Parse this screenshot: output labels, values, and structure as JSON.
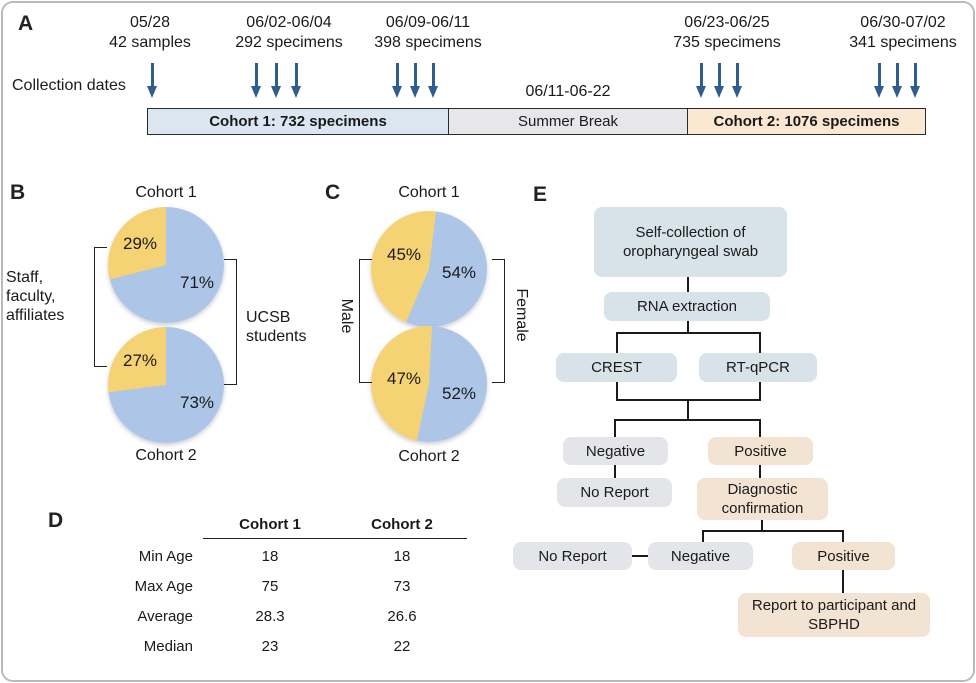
{
  "colors": {
    "pie_yellow": "#F5D375",
    "pie_blue": "#ADC6E8",
    "arrow_blue": "#2E5E8E",
    "cohort1_bar_fill": "#DCE6F1",
    "summer_bar_fill": "#E7E7EA",
    "cohort2_bar_fill": "#FAE8D2",
    "flow_blue_box": "#D8E2E9",
    "flow_grey_box": "#E4E5E9",
    "flow_tan_box": "#F2E3D2",
    "connector_line": "#1A1A1A"
  },
  "panelA": {
    "label": "A",
    "collection_dates_label": "Collection dates",
    "events": [
      {
        "date": "05/28",
        "count": "42 samples",
        "arrows": 1
      },
      {
        "date": "06/02-06/04",
        "count": "292 specimens",
        "arrows": 3
      },
      {
        "date": "06/09-06/11",
        "count": "398 specimens",
        "arrows": 3
      },
      {
        "date": "06/23-06/25",
        "count": "735 specimens",
        "arrows": 3
      },
      {
        "date": "06/30-07/02",
        "count": "341 specimens",
        "arrows": 3
      }
    ],
    "summer_dates_label": "06/11-06-22",
    "bar": [
      {
        "text": "Cohort 1: 732 specimens"
      },
      {
        "text": "Summer Break"
      },
      {
        "text": "Cohort 2: 1076 specimens"
      }
    ]
  },
  "panelB": {
    "label": "B",
    "left_label": "Staff,\nfaculty,\naffiliates",
    "right_label": "UCSB\nstudents"
  },
  "panelC": {
    "label": "C",
    "left_label": "Male",
    "right_label": "Female"
  },
  "panelD": {
    "label": "D"
  },
  "panelE": {
    "label": "E",
    "boxes": {
      "self_collection": "Self-collection of oropharyngeal swab",
      "rna": "RNA extraction",
      "crest": "CREST",
      "rtqpcr": "RT-qPCR",
      "negative1": "Negative",
      "positive1": "Positive",
      "no_report1": "No Report",
      "diag": "Diagnostic confirmation",
      "no_report2": "No Report",
      "negative2": "Negative",
      "positive2": "Positive",
      "report": "Report to participant and SBPHD"
    }
  },
  "chart_data": [
    {
      "type": "pie",
      "panel": "B",
      "title": "Cohort 1",
      "from_deg": 0,
      "slices": [
        {
          "label": "UCSB students",
          "value": 71,
          "display": "71%",
          "color": "#ADC6E8"
        },
        {
          "label": "Staff, faculty, affiliates",
          "value": 29,
          "display": "29%",
          "color": "#F5D375"
        }
      ]
    },
    {
      "type": "pie",
      "panel": "B",
      "title": "Cohort 2",
      "from_deg": 0,
      "slices": [
        {
          "label": "UCSB students",
          "value": 73,
          "display": "73%",
          "color": "#ADC6E8"
        },
        {
          "label": "Staff, faculty, affiliates",
          "value": 27,
          "display": "27%",
          "color": "#F5D375"
        }
      ]
    },
    {
      "type": "pie",
      "panel": "C",
      "title": "Cohort 1",
      "from_deg": 7,
      "slices": [
        {
          "label": "Female",
          "value": 54,
          "display": "54%",
          "color": "#ADC6E8"
        },
        {
          "label": "Male",
          "value": 45,
          "display": "45%",
          "color": "#F5D375"
        }
      ]
    },
    {
      "type": "pie",
      "panel": "C",
      "title": "Cohort 2",
      "from_deg": 3,
      "slices": [
        {
          "label": "Female",
          "value": 52,
          "display": "52%",
          "color": "#ADC6E8"
        },
        {
          "label": "Male",
          "value": 47,
          "display": "47%",
          "color": "#F5D375"
        }
      ]
    },
    {
      "type": "table",
      "panel": "D",
      "columns": [
        "",
        "Cohort 1",
        "Cohort 2"
      ],
      "rows": [
        [
          "Min Age",
          "18",
          "18"
        ],
        [
          "Max Age",
          "75",
          "73"
        ],
        [
          "Average",
          "28.3",
          "26.6"
        ],
        [
          "Median",
          "23",
          "22"
        ]
      ]
    }
  ]
}
